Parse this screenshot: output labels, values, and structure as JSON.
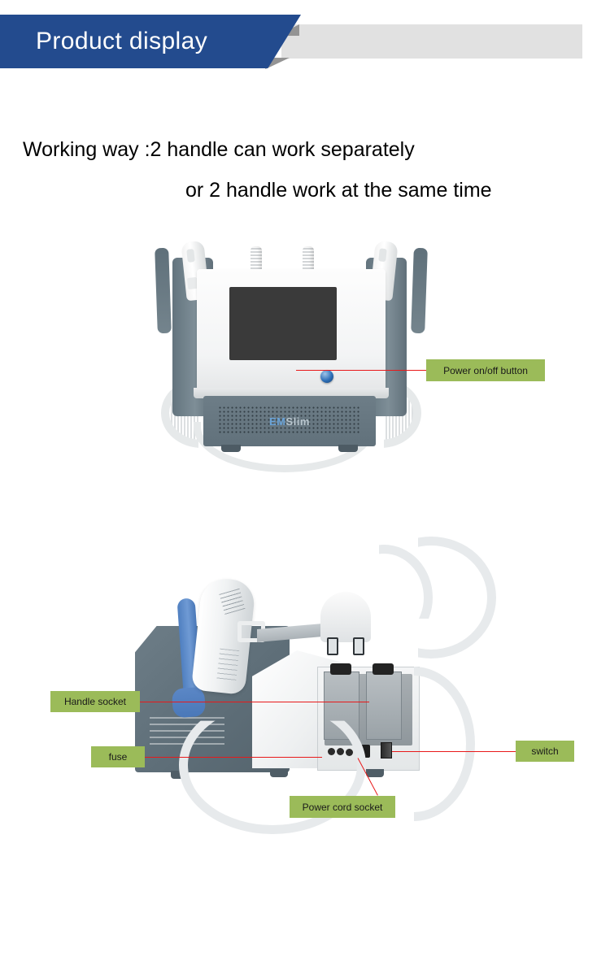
{
  "header": {
    "title": "Product display",
    "banner_blue": "#234b8e",
    "banner_gray": "#e1e1e1",
    "banner_shadow": "#949494"
  },
  "working_way": {
    "line1": "Working way  :2 handle can work separately",
    "line2": "or 2 handle work at the same time"
  },
  "figure_front": {
    "logo_em": "EM",
    "logo_slim": "Slim",
    "callouts": [
      {
        "id": "power",
        "label": "Power on/off button"
      }
    ]
  },
  "figure_rear": {
    "callouts": [
      {
        "id": "handle",
        "label": "Handle socket"
      },
      {
        "id": "fuse",
        "label": "fuse"
      },
      {
        "id": "switch",
        "label": "switch"
      },
      {
        "id": "cord",
        "label": "Power cord socket"
      }
    ]
  },
  "colors": {
    "callout_green": "#9bbb59",
    "leader_red": "#e8191a",
    "device_gray": "#6d7d87",
    "handle_blue": "#5b87c6",
    "logo_blue": "#6aa3d8"
  }
}
